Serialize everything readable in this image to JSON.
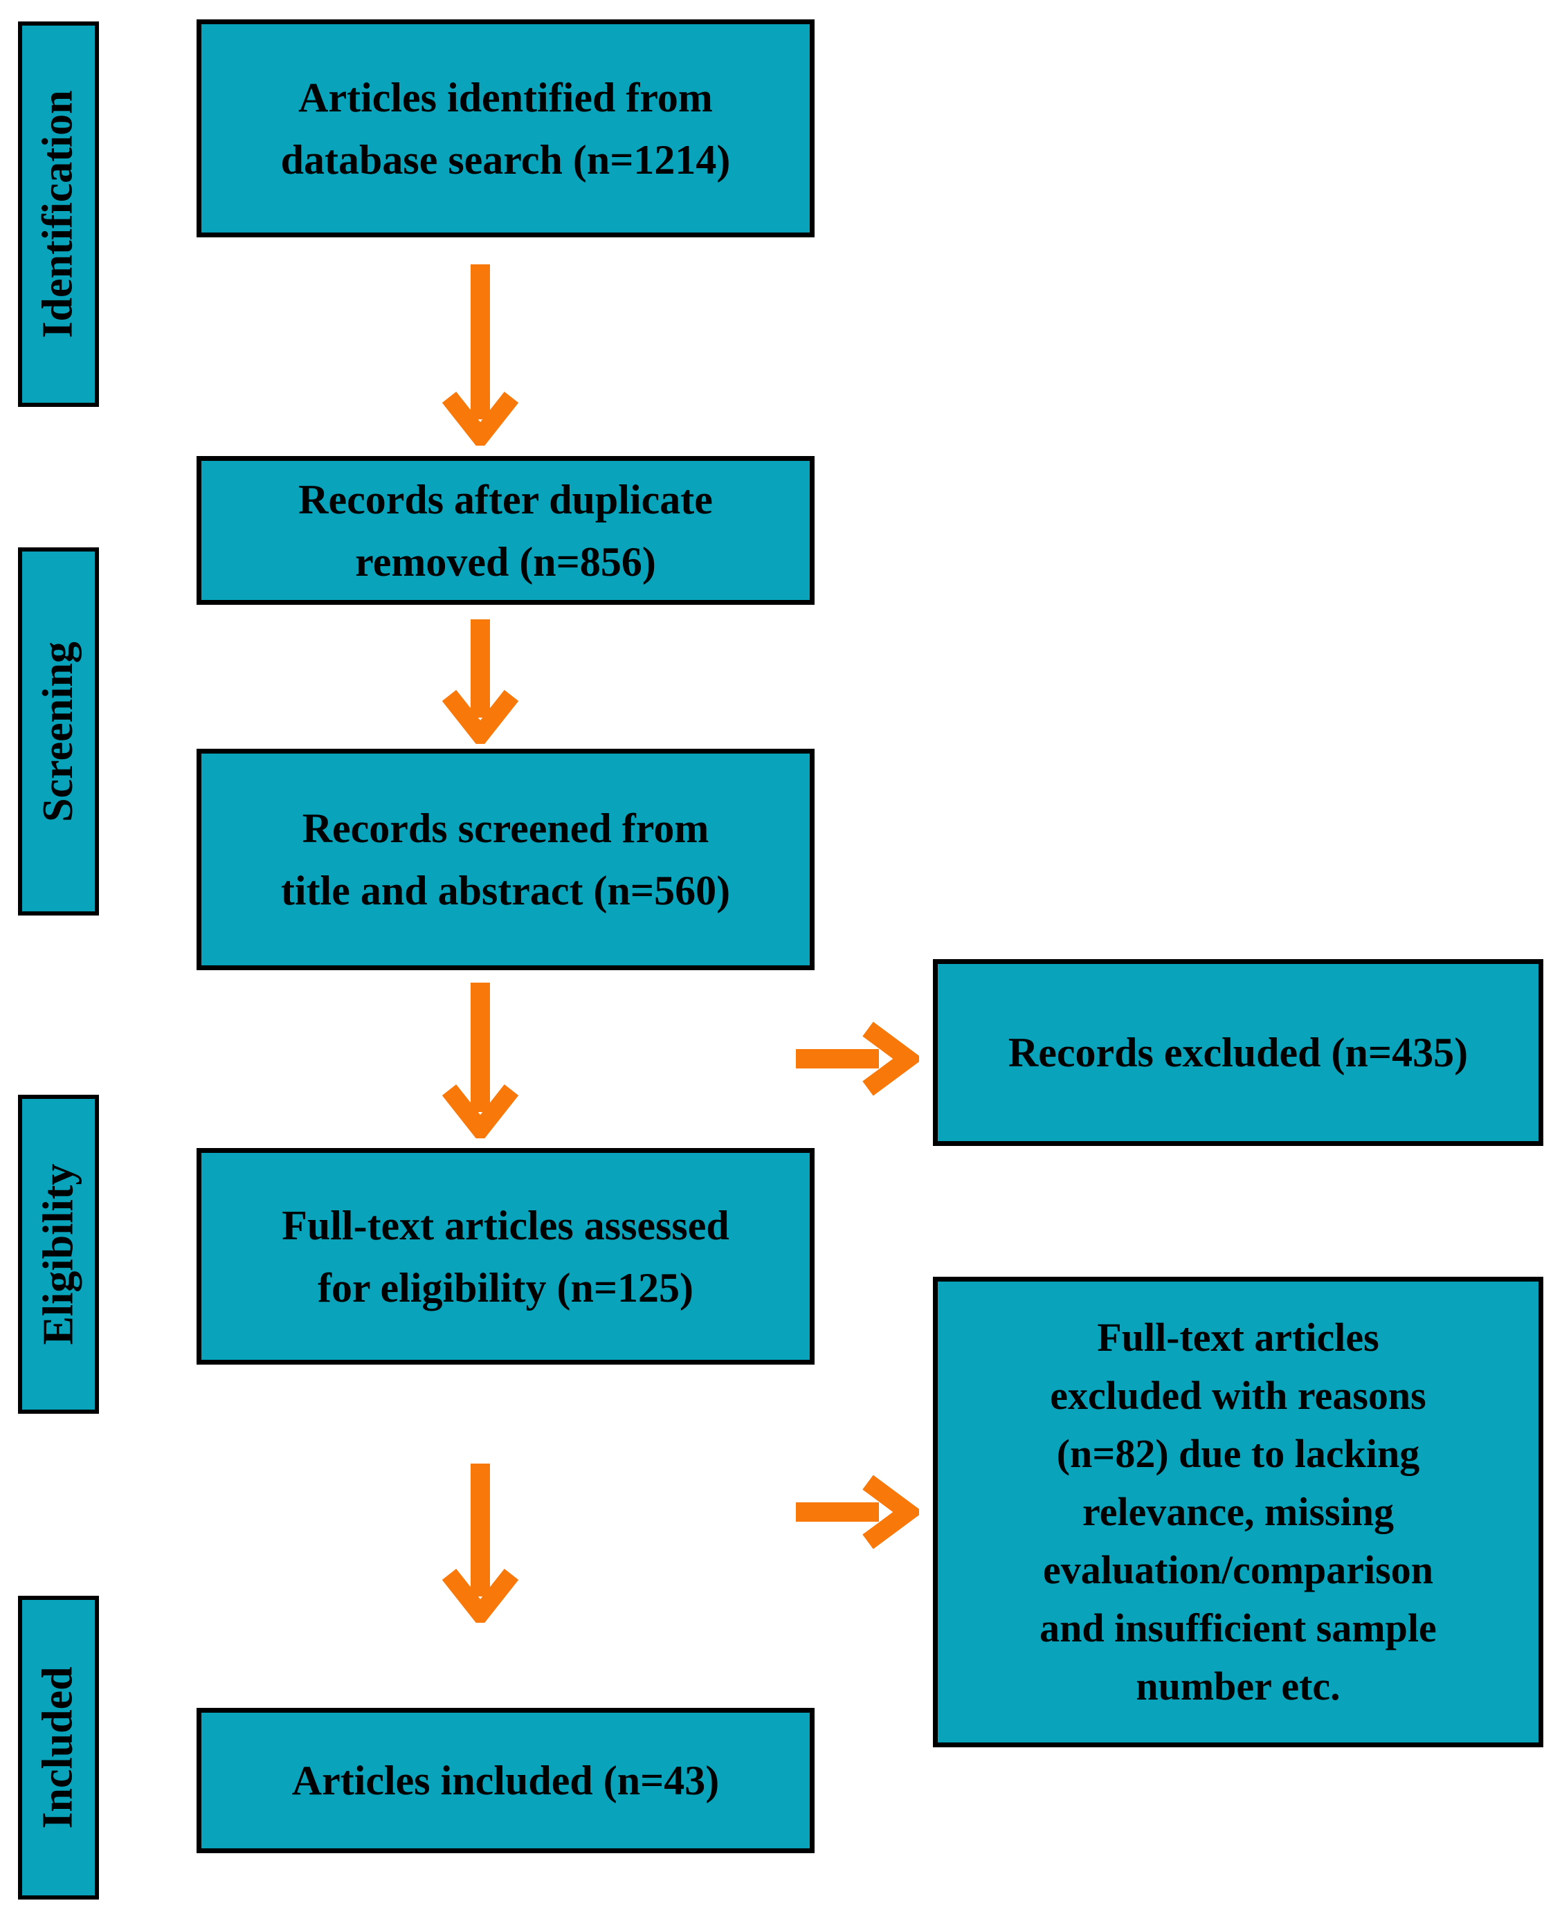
{
  "figure": {
    "kind": "prisma-flow-diagram",
    "colors": {
      "box_fill": "#09a4bc",
      "arrow": "#f9780a",
      "border": "#000000",
      "text": "#000000",
      "background": "#ffffff"
    },
    "stages": [
      {
        "label": "Identification"
      },
      {
        "label": "Screening"
      },
      {
        "label": "Eligibility"
      },
      {
        "label": "Included"
      }
    ],
    "flow_boxes": [
      {
        "text": "Articles identified from\ndatabase search (n=1214)"
      },
      {
        "text": "Records after duplicate\nremoved (n=856)"
      },
      {
        "text": "Records screened from\ntitle and abstract (n=560)"
      },
      {
        "text": "Full-text articles assessed\nfor eligibility (n=125)"
      },
      {
        "text": "Articles included (n=43)"
      }
    ],
    "exclusion_boxes": [
      {
        "text": "Records excluded (n=435)"
      },
      {
        "text": "Full-text articles\nexcluded with reasons\n(n=82) due to lacking\nrelevance, missing\nevaluation/comparison\nand insufficient sample\nnumber etc."
      }
    ],
    "counts": {
      "identified": 1214,
      "after_duplicates_removed": 856,
      "screened_title_abstract": 560,
      "records_excluded": 435,
      "full_text_assessed": 125,
      "full_text_excluded_with_reasons": 82,
      "included": 43
    }
  }
}
